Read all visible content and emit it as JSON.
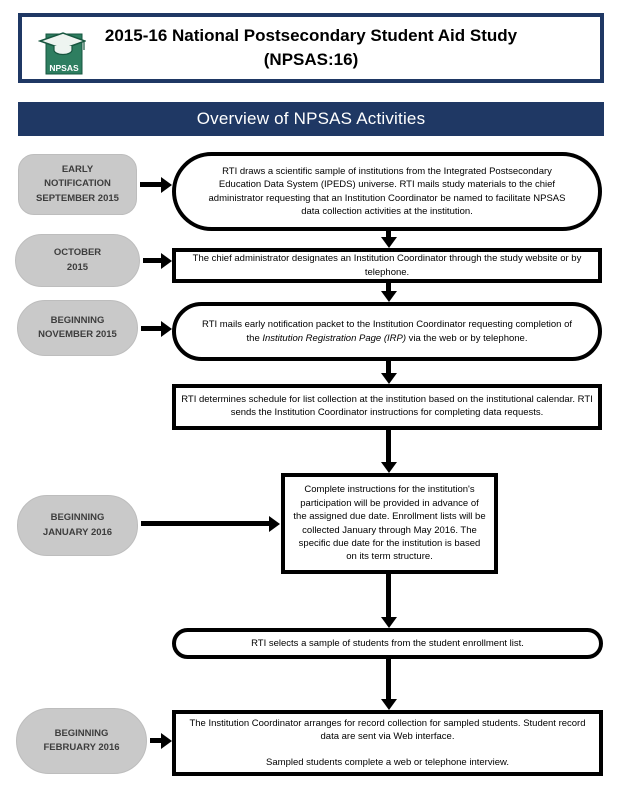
{
  "header": {
    "title_line1": "2015-16 National Postsecondary Student Aid Study",
    "title_line2": "(NPSAS:16)",
    "logo_text": "NPSAS"
  },
  "banner": {
    "title": "Overview of NPSAS Activities"
  },
  "colors": {
    "navy": "#1f3864",
    "milestone_gray": "#c9c9c9",
    "box_border": "#000000",
    "logo_green": "#2e7e60"
  },
  "flowchart": {
    "milestones": [
      {
        "lines": [
          "EARLY",
          "NOTIFICATION",
          "SEPTEMBER 2015"
        ]
      },
      {
        "lines": [
          "OCTOBER",
          "2015"
        ]
      },
      {
        "lines": [
          "BEGINNING",
          "NOVEMBER 2015"
        ]
      },
      {
        "lines": [
          "BEGINNING",
          "JANUARY 2016"
        ]
      },
      {
        "lines": [
          "BEGINNING",
          "FEBRUARY 2016"
        ]
      }
    ],
    "steps": {
      "draw_sample": "RTI draws a scientific sample of institutions from the Integrated Postsecondary Education Data System (IPEDS) universe. RTI mails study materials to the chief administrator requesting that an Institution Coordinator be named to facilitate NPSAS data collection activities at the institution.",
      "designate_coordinator": "The chief administrator designates an Institution Coordinator through the study website or by telephone.",
      "early_packet_pre": "RTI mails early notification packet to the Institution Coordinator requesting completion of the ",
      "early_packet_italic": "Institution Registration Page (IRP)",
      "early_packet_post": " via the web or by telephone.",
      "determine_schedule": "RTI determines schedule for list collection at the institution based on the institutional calendar. RTI sends the Institution Coordinator instructions for completing data requests.",
      "enrollment_instructions": "Complete instructions for the institution's participation will be provided in advance of the assigned due date. Enrollment lists will be collected January through May 2016. The specific due date for the institution is based on its term structure.",
      "select_students": "RTI selects a sample of students from the student enrollment list.",
      "record_collection_para1": "The Institution Coordinator arranges for record collection for sampled students. Student record data are sent via Web interface.",
      "record_collection_para2": "Sampled students complete a web or telephone interview."
    }
  }
}
